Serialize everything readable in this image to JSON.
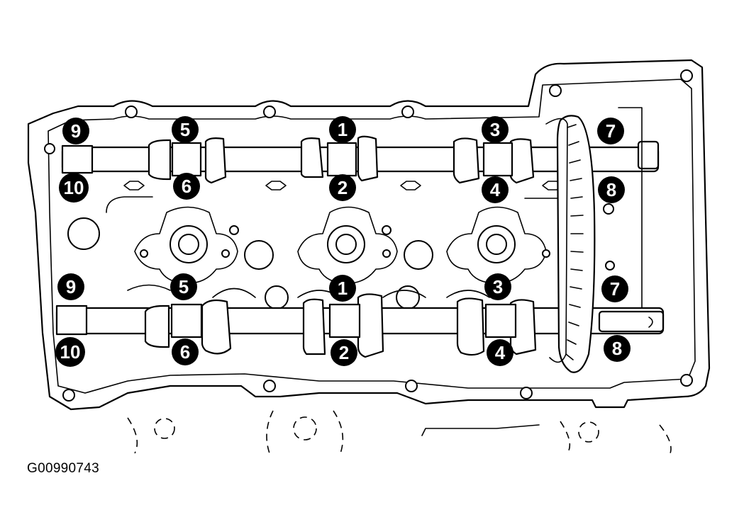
{
  "figure": {
    "id_label": "G00990743"
  },
  "callouts": {
    "upper": [
      "1",
      "2",
      "3",
      "4",
      "5",
      "6",
      "7",
      "8",
      "9",
      "10"
    ],
    "lower": [
      "1",
      "2",
      "3",
      "4",
      "5",
      "6",
      "7",
      "8",
      "9",
      "10"
    ]
  }
}
